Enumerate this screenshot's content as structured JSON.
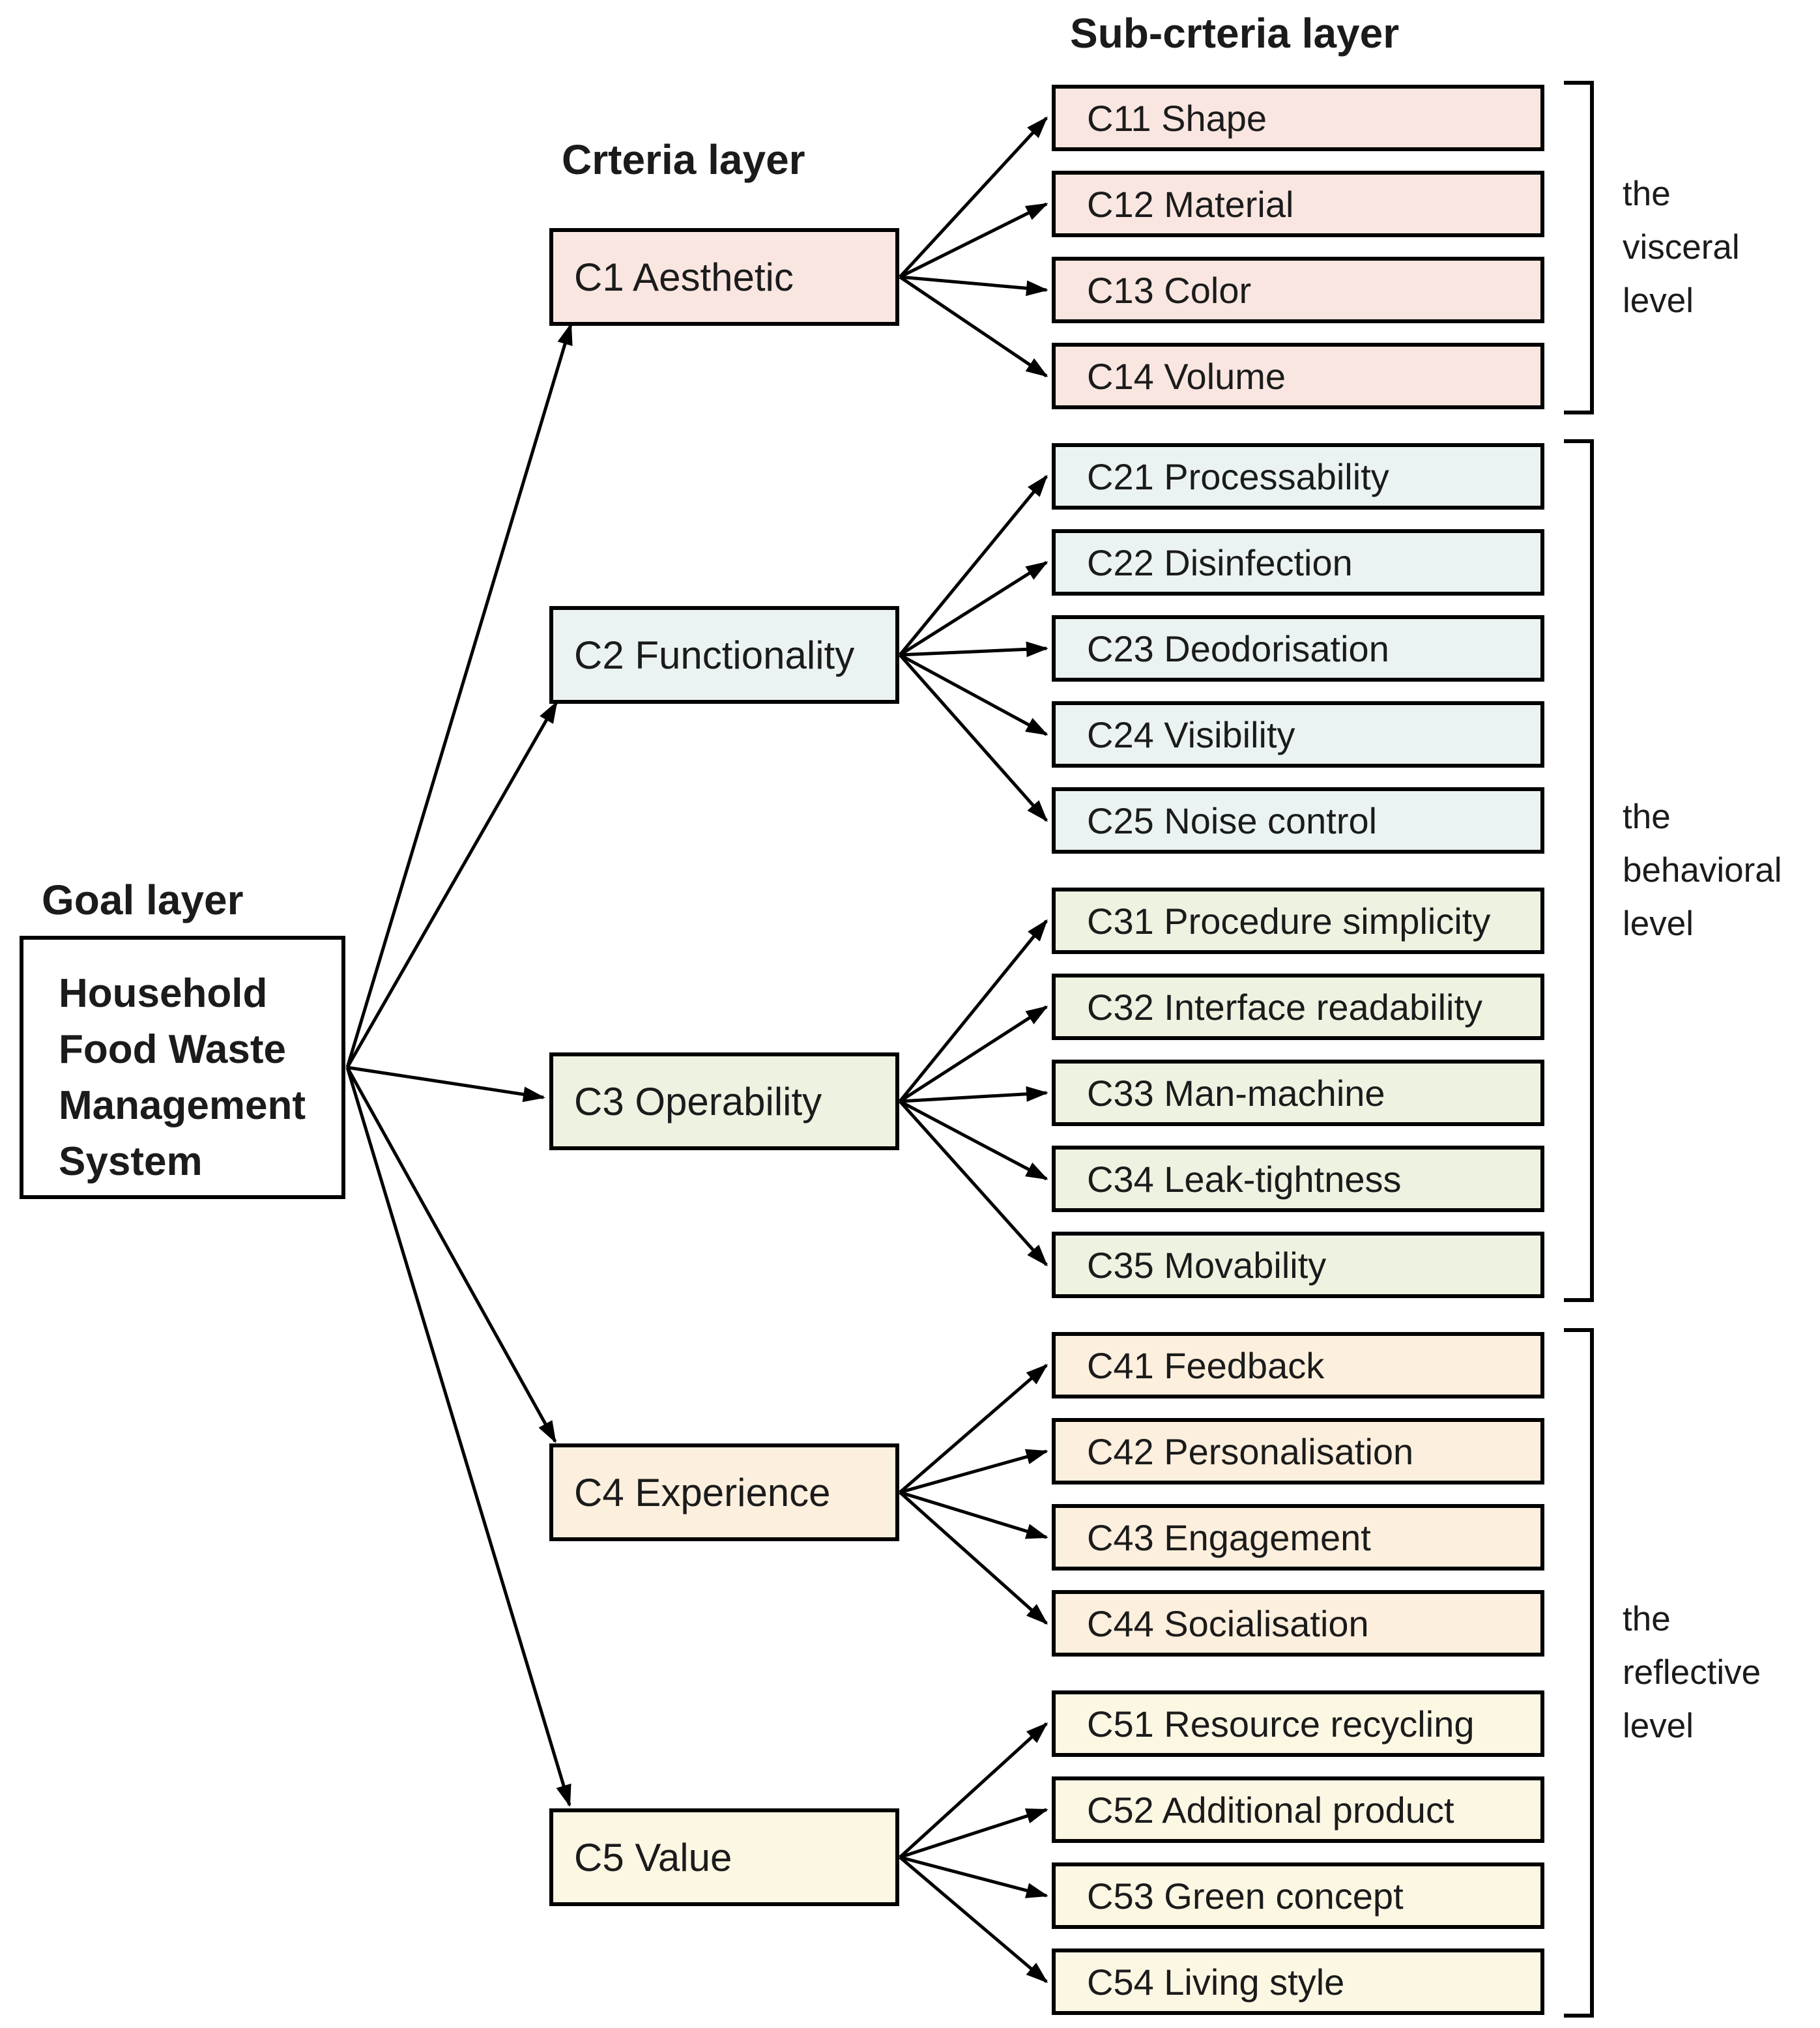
{
  "diagram": {
    "goal_layer": {
      "title": "Goal layer",
      "box_lines": [
        "Household",
        "Food Waste",
        "Management",
        "System"
      ]
    },
    "criteria_layer": {
      "title": "Crteria layer"
    },
    "sub_criteria_layer": {
      "title": "Sub-crteria layer"
    },
    "groups": [
      {
        "id": "C1",
        "label": "C1 Aesthetic",
        "fill": "#f9e6e0",
        "items": [
          "C11 Shape",
          "C12 Material",
          "C13 Color",
          "C14 Volume"
        ]
      },
      {
        "id": "C2",
        "label": "C2 Functionality",
        "fill": "#ebf3f2",
        "items": [
          "C21 Processability",
          "C22 Disinfection",
          "C23 Deodorisation",
          "C24 Visibility",
          "C25 Noise control"
        ]
      },
      {
        "id": "C3",
        "label": "C3 Operability",
        "fill": "#edf2e1",
        "items": [
          "C31 Procedure simplicity",
          "C32 Interface readability",
          "C33 Man-machine",
          "C34 Leak-tightness",
          "C35 Movability"
        ]
      },
      {
        "id": "C4",
        "label": "C4 Experience",
        "fill": "#fdefdd",
        "items": [
          "C41 Feedback",
          "C42 Personalisation",
          "C43 Engagement",
          "C44 Socialisation"
        ]
      },
      {
        "id": "C5",
        "label": "C5 Value",
        "fill": "#fcf7e3",
        "items": [
          "C51 Resource recycling",
          "C52 Additional product",
          "C53 Green concept",
          "C54 Living style"
        ]
      }
    ],
    "levels": [
      {
        "id": "visceral",
        "lines": [
          "the",
          "visceral",
          "level"
        ]
      },
      {
        "id": "behavioral",
        "lines": [
          "the",
          "behavioral",
          "level"
        ]
      },
      {
        "id": "reflective",
        "lines": [
          "the",
          "reflective",
          "level"
        ]
      }
    ],
    "colors": {
      "line": "#000000",
      "border": "#000000",
      "text": "#1b1b1b",
      "background": "#ffffff"
    }
  }
}
